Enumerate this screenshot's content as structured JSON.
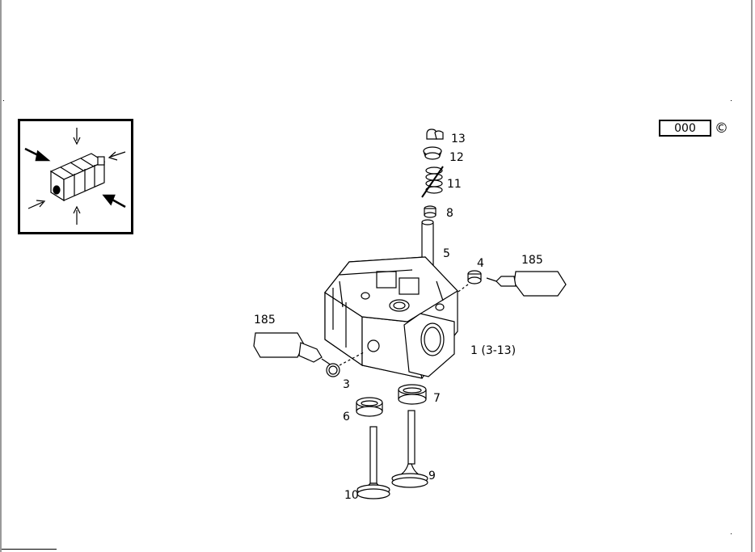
{
  "reference_code": "000",
  "copyright_symbol": "©",
  "orientation_icon": "engine-block-orientation-icon",
  "callouts": [
    {
      "id": "13",
      "label": "13"
    },
    {
      "id": "12",
      "label": "12"
    },
    {
      "id": "11",
      "label": "11"
    },
    {
      "id": "8",
      "label": "8"
    },
    {
      "id": "5",
      "label": "5"
    },
    {
      "id": "4",
      "label": "4"
    },
    {
      "id": "185a",
      "label": "185"
    },
    {
      "id": "185b",
      "label": "185"
    },
    {
      "id": "1",
      "label": "1 (3-13)"
    },
    {
      "id": "3",
      "label": "3"
    },
    {
      "id": "7",
      "label": "7"
    },
    {
      "id": "6",
      "label": "6"
    },
    {
      "id": "9",
      "label": "9"
    },
    {
      "id": "10",
      "label": "10"
    }
  ]
}
